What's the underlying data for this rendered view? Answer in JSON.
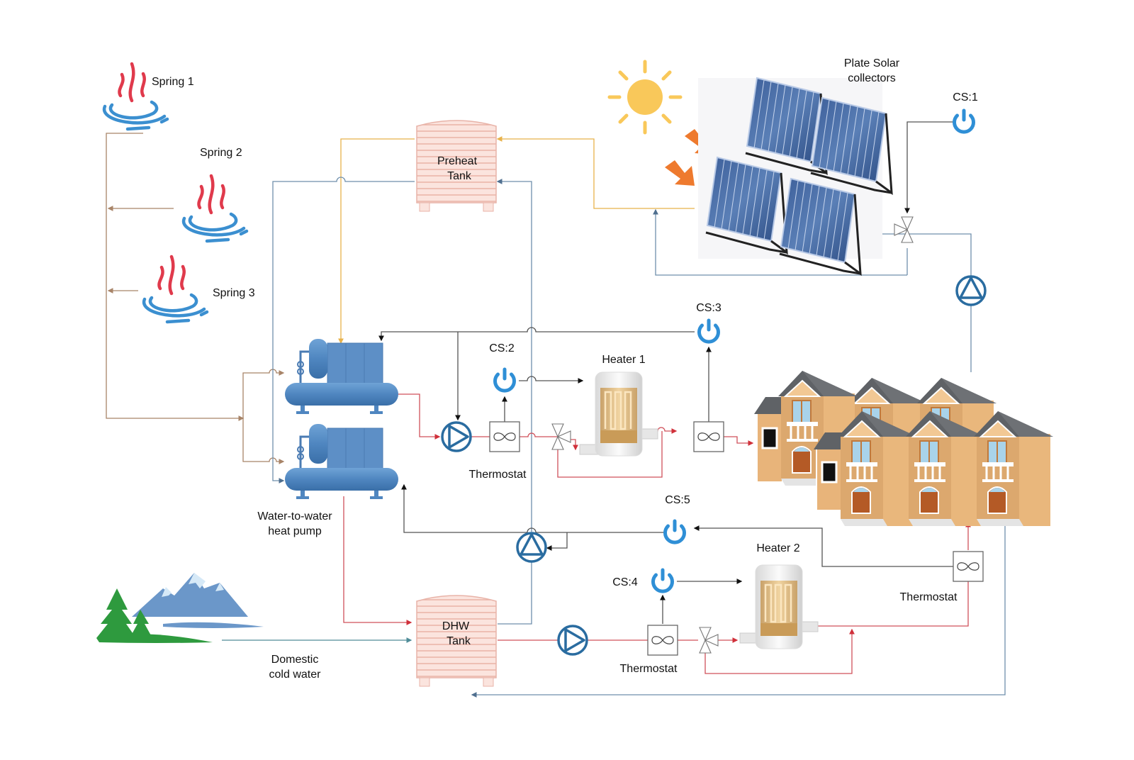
{
  "diagram": {
    "title": "Solar-assisted water-to-water heat pump heating system",
    "colors": {
      "spring_pipe": "#a88468",
      "solar_pipe": "#e8b24a",
      "return_pipe": "#6f8fac",
      "hot_pipe": "#d0505a",
      "control_line": "#555555",
      "cold_water_pipe": "#4f8c98",
      "equipment_blue": "#3f7fbf",
      "switch_blue": "#2f8fd6",
      "tank_pink": "#f8d9d2",
      "sun_yellow": "#f9c85a",
      "ray_orange": "#ee7a2e"
    },
    "labels": {
      "spring1": "Spring 1",
      "spring2": "Spring 2",
      "spring3": "Spring 3",
      "preheat_tank_line1": "Preheat",
      "preheat_tank_line2": "Tank",
      "solar_line1": "Plate Solar",
      "solar_line2": "collectors",
      "cs1": "CS:1",
      "cs2": "CS:2",
      "cs3": "CS:3",
      "cs4": "CS:4",
      "cs5": "CS:5",
      "heater1": "Heater 1",
      "heater2": "Heater 2",
      "thermostat1": "Thermostat",
      "thermostat2": "Thermostat",
      "thermostat3": "Thermostat",
      "heat_pump_line1": "Water-to-water",
      "heat_pump_line2": "heat pump",
      "dhw_tank_line1": "DHW",
      "dhw_tank_line2": "Tank",
      "cold_water_line1": "Domestic",
      "cold_water_line2": "cold water"
    },
    "components": [
      {
        "id": "spring-1",
        "type": "hot-spring",
        "icon": "hot-spring-icon"
      },
      {
        "id": "spring-2",
        "type": "hot-spring",
        "icon": "hot-spring-icon"
      },
      {
        "id": "spring-3",
        "type": "hot-spring",
        "icon": "hot-spring-icon"
      },
      {
        "id": "sun",
        "type": "sun",
        "icon": "sun-icon"
      },
      {
        "id": "solar-collectors",
        "type": "solar-panel-array",
        "count": 4,
        "icon": "solar-panel-icon"
      },
      {
        "id": "preheat-tank",
        "type": "tank",
        "icon": "tank-icon"
      },
      {
        "id": "dhw-tank",
        "type": "tank",
        "icon": "tank-icon"
      },
      {
        "id": "heat-pump-1",
        "type": "heat-pump",
        "icon": "heat-pump-icon"
      },
      {
        "id": "heat-pump-2",
        "type": "heat-pump",
        "icon": "heat-pump-icon"
      },
      {
        "id": "heater-1",
        "type": "heater",
        "icon": "heater-icon"
      },
      {
        "id": "heater-2",
        "type": "heater",
        "icon": "heater-icon"
      },
      {
        "id": "houses",
        "type": "buildings",
        "count": 6,
        "icon": "house-icon"
      },
      {
        "id": "mountains",
        "type": "cold-water-source",
        "icon": "mountain-icon"
      },
      {
        "id": "cs-1",
        "type": "control-switch",
        "icon": "power-icon"
      },
      {
        "id": "cs-2",
        "type": "control-switch",
        "icon": "power-icon"
      },
      {
        "id": "cs-3",
        "type": "control-switch",
        "icon": "power-icon"
      },
      {
        "id": "cs-4",
        "type": "control-switch",
        "icon": "power-icon"
      },
      {
        "id": "cs-5",
        "type": "control-switch",
        "icon": "power-icon"
      }
    ]
  }
}
